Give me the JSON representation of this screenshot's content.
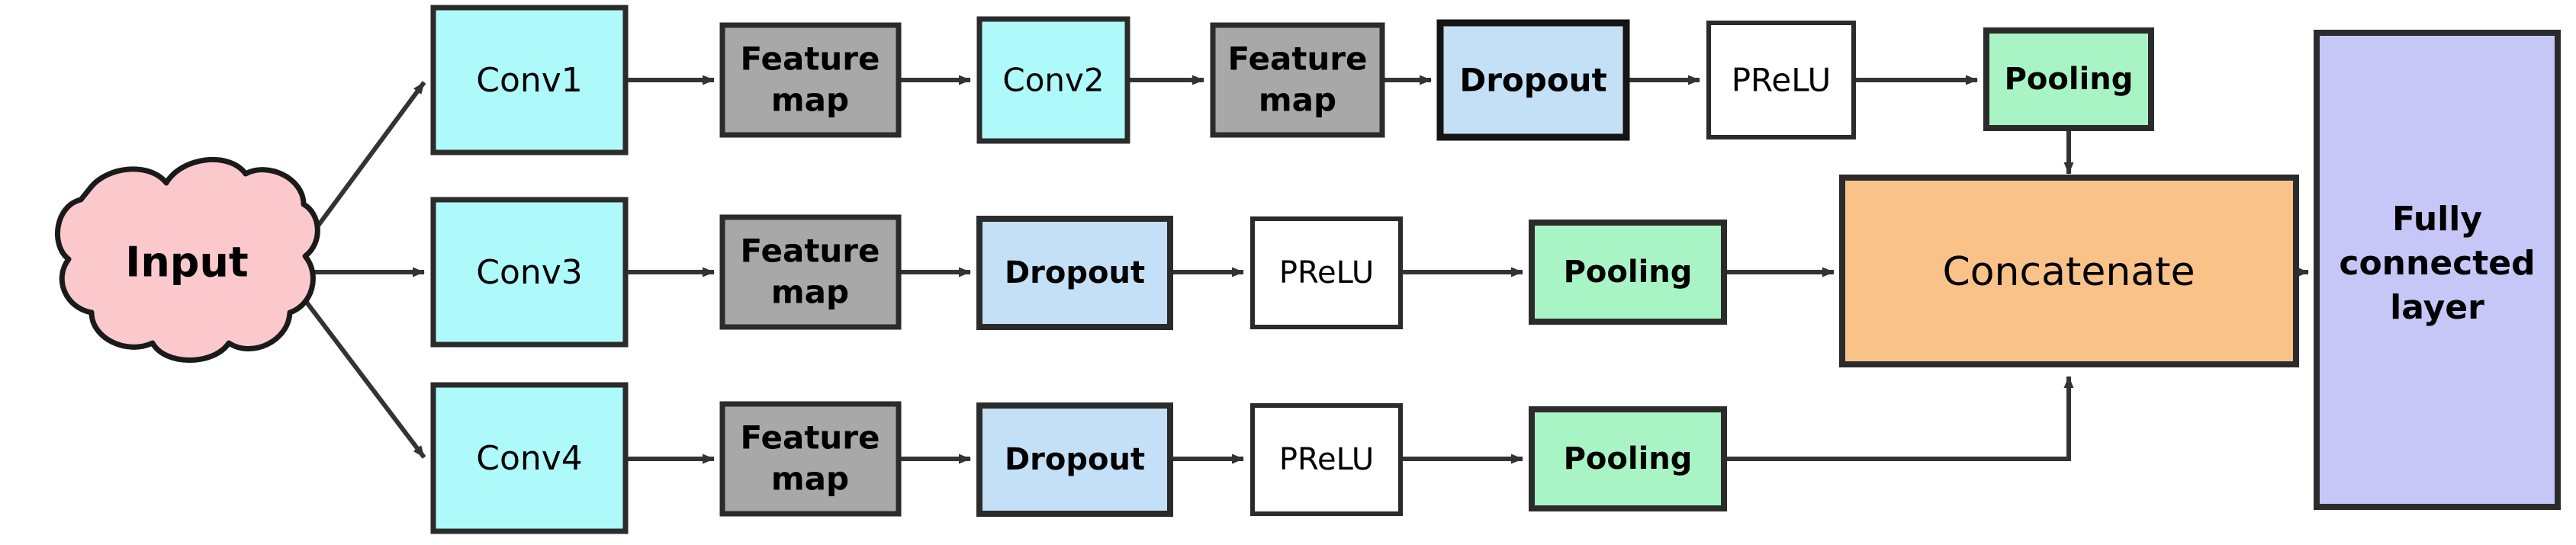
{
  "diagram": {
    "type": "neural-network-architecture-flowchart",
    "background_color": "#ffffff",
    "edge_color": "#333333",
    "border_color": "#2b2b2b"
  },
  "palette": {
    "input_cloud": "#FBC9CC",
    "conv": "#AEFAFA",
    "feature_map": "#A8A8A8",
    "dropout": "#C3E0F7",
    "prelu": "#FFFFFF",
    "pooling": "#A9F4C4",
    "concatenate": "#F9C289",
    "fully_connected": "#C6C6F7"
  },
  "nodes": {
    "input": {
      "label": "Input",
      "kind": "cloud",
      "color": "#FBC9CC",
      "bold": true
    },
    "conv1": {
      "label": "Conv1",
      "kind": "box",
      "color": "#AEFAFA",
      "bold": false
    },
    "conv2": {
      "label": "Conv2",
      "kind": "box",
      "color": "#AEFAFA",
      "bold": false
    },
    "conv3": {
      "label": "Conv3",
      "kind": "box",
      "color": "#AEFAFA",
      "bold": false
    },
    "conv4": {
      "label": "Conv4",
      "kind": "box",
      "color": "#AEFAFA",
      "bold": false
    },
    "feature_map": {
      "label_line1": "Feature",
      "label_line2": "map",
      "kind": "box",
      "color": "#A8A8A8",
      "bold": true
    },
    "dropout": {
      "label": "Dropout",
      "kind": "box",
      "color": "#C3E0F7",
      "bold": true
    },
    "prelu": {
      "label": "PReLU",
      "kind": "box",
      "color": "#FFFFFF",
      "bold": false
    },
    "pooling": {
      "label": "Pooling",
      "kind": "box",
      "color": "#A9F4C4",
      "bold": true
    },
    "concatenate": {
      "label": "Concatenate",
      "kind": "box",
      "color": "#F9C289",
      "bold": false
    },
    "fully_connected": {
      "label_line1": "Fully",
      "label_line2": "connected",
      "label_line3": "layer",
      "kind": "box",
      "color": "#C6C6F7",
      "bold": true
    }
  },
  "branches": [
    {
      "id": "branch-top",
      "row": 1,
      "stages": [
        "Conv1",
        "Feature map",
        "Conv2",
        "Feature map",
        "Dropout",
        "PReLU",
        "Pooling"
      ]
    },
    {
      "id": "branch-middle",
      "row": 2,
      "stages": [
        "Conv3",
        "Feature map",
        "Dropout",
        "PReLU",
        "Pooling"
      ]
    },
    {
      "id": "branch-bottom",
      "row": 3,
      "stages": [
        "Conv4",
        "Feature map",
        "Dropout",
        "PReLU",
        "Pooling"
      ]
    }
  ],
  "merge": {
    "node": "Concatenate",
    "output": "Fully connected layer",
    "inputs_from": [
      "branch-top Pooling",
      "branch-middle Pooling",
      "branch-bottom Pooling"
    ]
  },
  "row1": {
    "conv1": "Conv1",
    "fm1_a": "Feature",
    "fm1_b": "map",
    "conv2": "Conv2",
    "fm2_a": "Feature",
    "fm2_b": "map",
    "dropout": "Dropout",
    "prelu": "PReLU",
    "pooling": "Pooling"
  },
  "row2": {
    "conv3": "Conv3",
    "fm_a": "Feature",
    "fm_b": "map",
    "dropout": "Dropout",
    "prelu": "PReLU",
    "pooling": "Pooling"
  },
  "row3": {
    "conv4": "Conv4",
    "fm_a": "Feature",
    "fm_b": "map",
    "dropout": "Dropout",
    "prelu": "PReLU",
    "pooling": "Pooling"
  },
  "right": {
    "concatenate": "Concatenate",
    "fc_line1": "Fully",
    "fc_line2": "connected",
    "fc_line3": "layer"
  },
  "input_node": {
    "label": "Input"
  }
}
